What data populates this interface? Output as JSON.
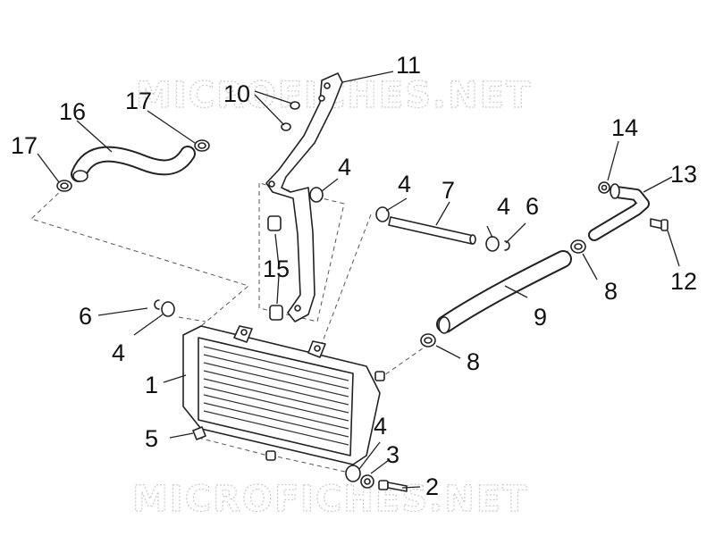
{
  "watermark": {
    "top": "MICROFICHES.NET",
    "bottom": "MICROFICHES.NET"
  },
  "callouts": {
    "c1": "1",
    "c2": "2",
    "c3": "3",
    "c4a": "4",
    "c4b": "4",
    "c4c": "4",
    "c4d": "4",
    "c4e": "4",
    "c5": "5",
    "c6a": "6",
    "c6b": "6",
    "c7": "7",
    "c8a": "8",
    "c8b": "8",
    "c9": "9",
    "c10": "10",
    "c11": "11",
    "c12": "12",
    "c13": "13",
    "c14": "14",
    "c15": "15",
    "c16": "16",
    "c17a": "17",
    "c17b": "17"
  },
  "colors": {
    "line": "#222222",
    "watermark": "#c9c9c9",
    "background": "#ffffff"
  }
}
